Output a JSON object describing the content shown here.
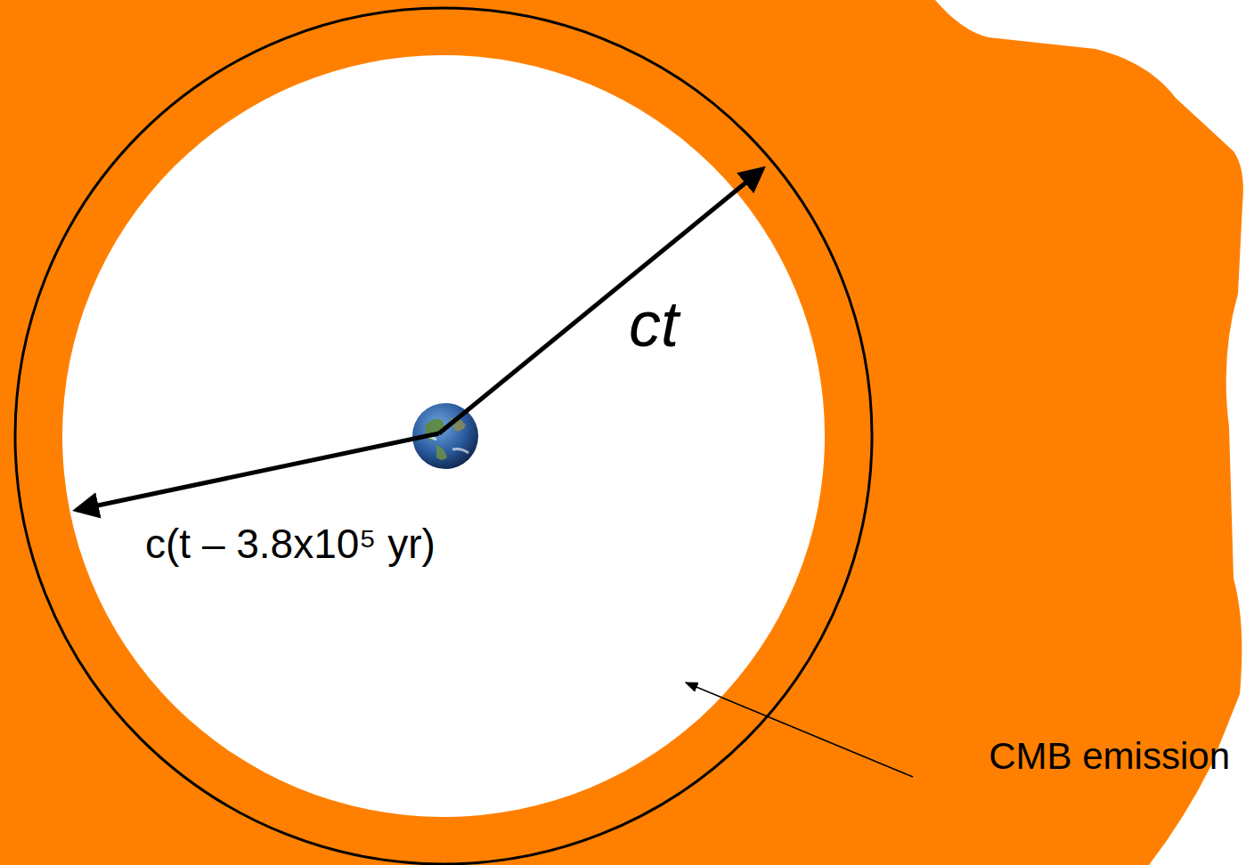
{
  "diagram": {
    "labels": [
      "ct",
      "c(t – 3.8x10⁵ yr)",
      "CMB emission"
    ]
  }
}
